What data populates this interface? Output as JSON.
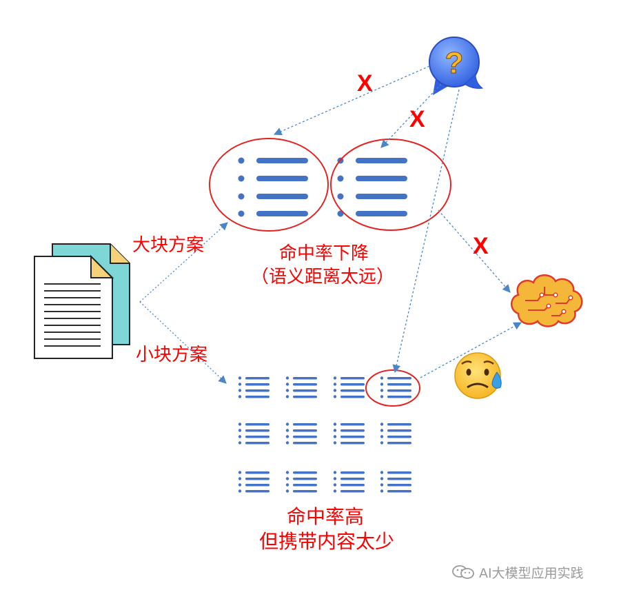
{
  "labels": {
    "large_chunk": "大块方案",
    "small_chunk": "小块方案",
    "large_result_line1": "命中率下降",
    "large_result_line2": "（语义距离太远）",
    "small_result_line1": "命中率高",
    "small_result_line2": "但携带内容太少",
    "cross_mark": "X"
  },
  "watermark": {
    "text": "AI大模型应用实践"
  },
  "icons": [
    "documents-icon",
    "question-bubble-icon",
    "brain-circuit-icon",
    "sad-face-icon"
  ],
  "colors": {
    "red": "#ff0000",
    "list_blue": "#4472c4",
    "arrow_blue": "#4a86c8",
    "doc_teal": "#7fd6d6",
    "doc_fold": "#f5d27a"
  }
}
